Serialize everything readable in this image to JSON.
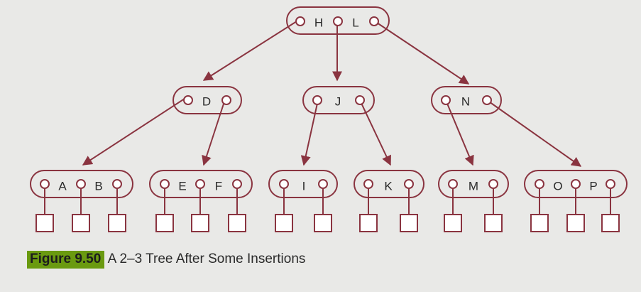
{
  "figure": {
    "label": "Figure 9.50",
    "caption": "A 2–3 Tree After Some Insertions"
  },
  "tree": {
    "root": {
      "keys": [
        "H",
        "L"
      ]
    },
    "level1": [
      {
        "id": "D",
        "keys": [
          "D"
        ]
      },
      {
        "id": "J",
        "keys": [
          "J"
        ]
      },
      {
        "id": "N",
        "keys": [
          "N"
        ]
      }
    ],
    "leaves": [
      {
        "id": "AB",
        "keys": [
          "A",
          "B"
        ]
      },
      {
        "id": "EF",
        "keys": [
          "E",
          "F"
        ]
      },
      {
        "id": "I",
        "keys": [
          "I"
        ]
      },
      {
        "id": "K",
        "keys": [
          "K"
        ]
      },
      {
        "id": "M",
        "keys": [
          "M"
        ]
      },
      {
        "id": "OP",
        "keys": [
          "O",
          "P"
        ]
      }
    ]
  },
  "colors": {
    "stroke": "#8a3440",
    "highlight": "#6a9a10"
  }
}
